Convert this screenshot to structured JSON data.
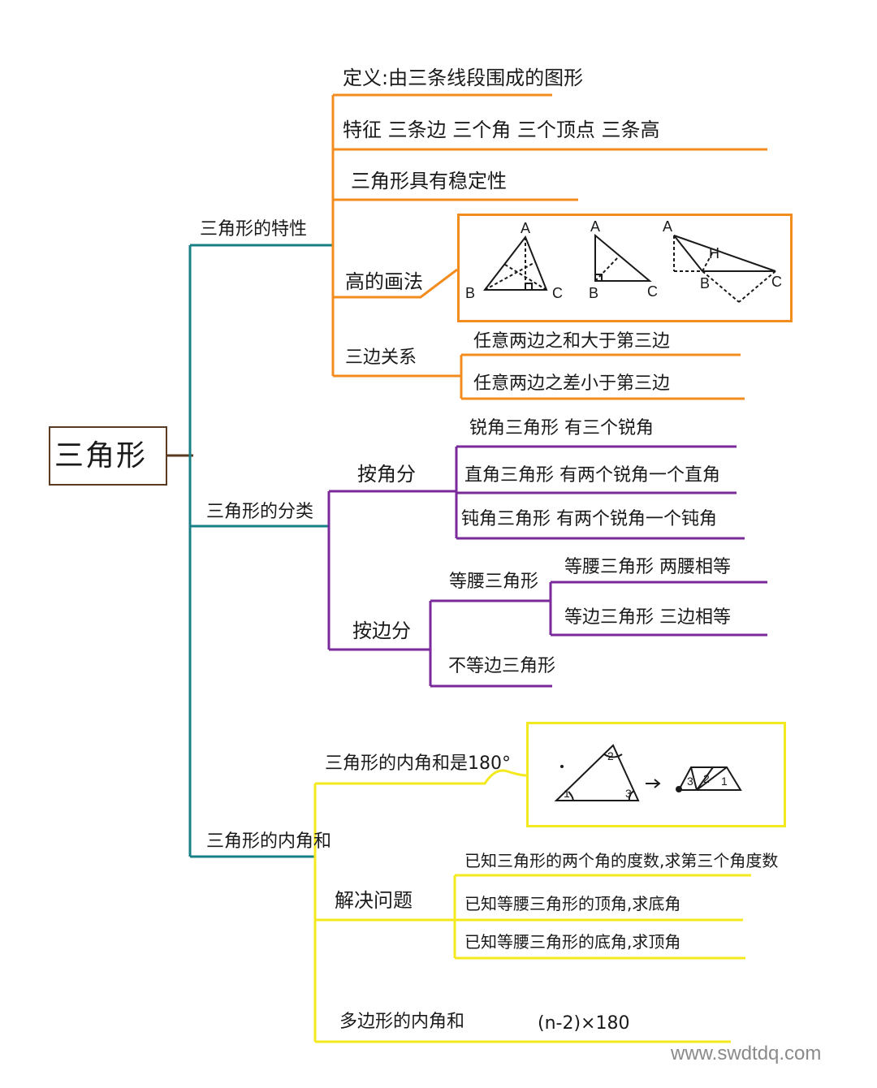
{
  "root": "三角形",
  "branches": {
    "properties": {
      "label": "三角形的特性",
      "items": {
        "definition": "定义:由三条线段围成的图形",
        "features": "特征  三条边 三个角 三个顶点 三条高",
        "stability": "三角形具有稳定性",
        "height": "高的画法",
        "sides": "三边关系",
        "sides_sum": "任意两边之和大于第三边",
        "sides_diff": "任意两边之差小于第三边"
      },
      "height_figure": {
        "labels": [
          "A",
          "B",
          "C",
          "A",
          "B",
          "C",
          "A",
          "B",
          "C",
          "H"
        ]
      }
    },
    "classification": {
      "label": "三角形的分类",
      "by_angle": {
        "label": "按角分",
        "acute": "锐角三角形      有三个锐角",
        "right": "直角三角形      有两个锐角一个直角",
        "obtuse": "钝角三角形    有两个锐角一个钝角"
      },
      "by_side": {
        "label": "按边分",
        "isosceles": "等腰三角形",
        "isosceles_def": "等腰三角形   两腰相等",
        "equilateral_def": "等边三角形   三边相等",
        "scalene": "不等边三角形"
      }
    },
    "angle_sum": {
      "label": "三角形的内角和",
      "fact": "三角形的内角和是180°",
      "figure_labels": [
        "1",
        "2",
        "3",
        "3",
        "2",
        "1"
      ],
      "solve": {
        "label": "解决问题",
        "q1": "已知三角形的两个角的度数,求第三个角度数",
        "q2": "已知等腰三角形的顶角,求底角",
        "q3": "已知等腰三角形的底角,求顶角"
      },
      "polygon": {
        "label": "多边形的内角和",
        "formula": "(n-2)×180"
      }
    }
  },
  "watermark": "www.swdtdq.com",
  "colors": {
    "root_line": "#5a3a20",
    "teal": "#177f86",
    "orange": "#f28c1e",
    "purple": "#7a2a9a",
    "yellow": "#f4e81f"
  }
}
